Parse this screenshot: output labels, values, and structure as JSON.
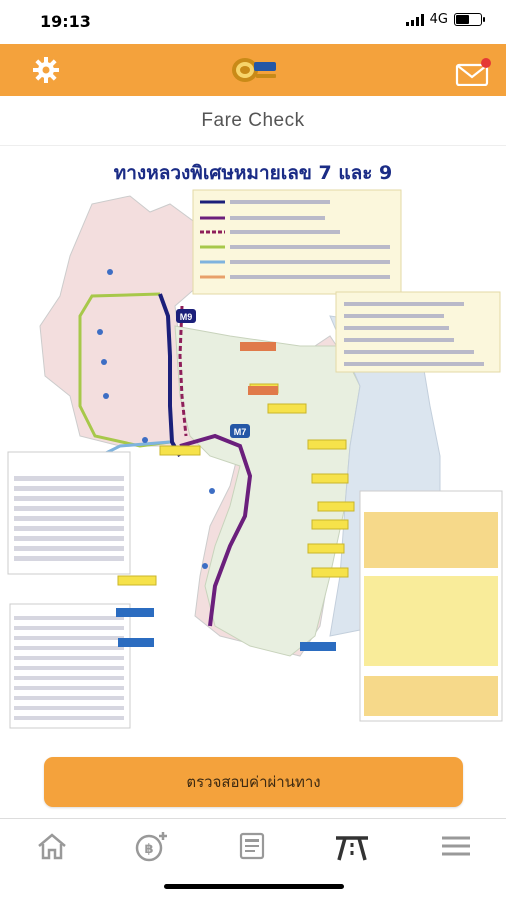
{
  "status_bar": {
    "time": "19:13",
    "network": "4G"
  },
  "app_bar": {
    "logo_icon": "toll-way-logo-icon",
    "settings_icon": "gear-icon",
    "mail_icon": "mail-icon",
    "accent": "#f4a23c"
  },
  "header": {
    "title": "Fare Check"
  },
  "map": {
    "title": "ทางหลวงพิเศษหมายเลข 7 และ 9",
    "badges": [
      "M9",
      "M7"
    ]
  },
  "action": {
    "check_fare_label": "ตรวจสอบค่าผ่านทาง"
  },
  "tabs": [
    {
      "icon": "home-icon",
      "active": false
    },
    {
      "icon": "baht-topup-icon",
      "active": false
    },
    {
      "icon": "receipt-icon",
      "active": false
    },
    {
      "icon": "highway-icon",
      "active": true
    },
    {
      "icon": "menu-icon",
      "active": false
    }
  ]
}
